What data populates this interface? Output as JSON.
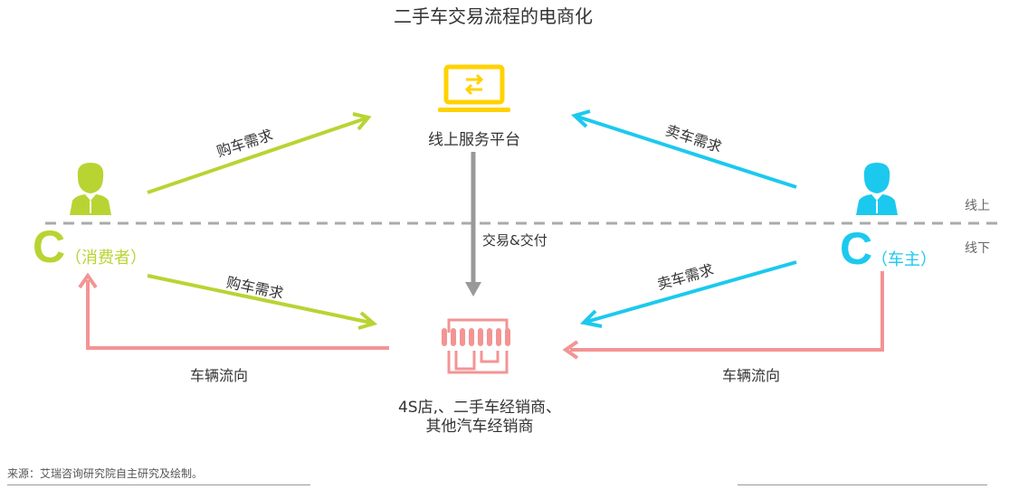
{
  "title": "二手车交易流程的电商化",
  "colors": {
    "buyer": "#b8d433",
    "seller": "#1cc9ee",
    "vehicle_flow": "#f39494",
    "platform": "#ffd200",
    "transaction": "#999999"
  },
  "nodes": {
    "platform": {
      "label": "线上服务平台",
      "icon": "laptop-exchange-icon"
    },
    "dealer": {
      "label_line1": "4S店,、二手车经销商、",
      "label_line2": "其他汽车经销商",
      "icon": "storefront-icon"
    },
    "consumer": {
      "letter": "C",
      "role": "（消费者）",
      "icon": "person-icon"
    },
    "owner": {
      "letter": "C",
      "role": "（车主）",
      "icon": "person-icon"
    }
  },
  "edges": {
    "buy_online": "购车需求",
    "buy_offline": "购车需求",
    "sell_online": "卖车需求",
    "sell_offline": "卖车需求",
    "transaction": "交易&交付",
    "flow_left": "车辆流向",
    "flow_right": "车辆流向"
  },
  "zones": {
    "online": "线上",
    "offline": "线下"
  },
  "source": "来源：艾瑞咨询研究院自主研究及绘制。"
}
